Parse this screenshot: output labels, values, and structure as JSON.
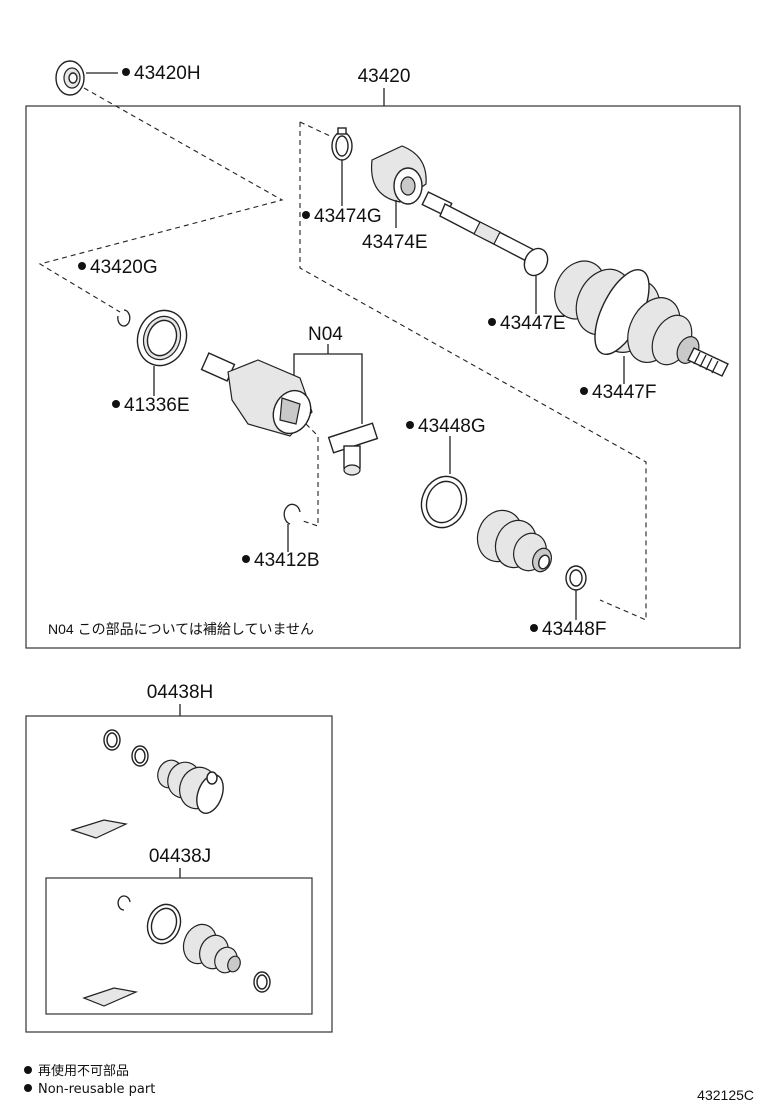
{
  "main_assembly": {
    "number": "43420",
    "note": "N04 この部品については補給していません"
  },
  "callouts": {
    "p43420H": "43420H",
    "p43474G": "43474G",
    "p43474E": "43474E",
    "p43420G": "43420G",
    "p41336E": "41336E",
    "pN04": "N04",
    "p43447E": "43447E",
    "p43447F": "43447F",
    "p43448G": "43448G",
    "p43412B": "43412B",
    "p43448F": "43448F"
  },
  "kits": {
    "outer_boot_kit": "04438H",
    "inner_boot_kit": "04438J"
  },
  "legend": {
    "non_reusable_jp": "再使用不可部品",
    "non_reusable_en": "Non-reusable part"
  },
  "illustration_number": "432125C"
}
